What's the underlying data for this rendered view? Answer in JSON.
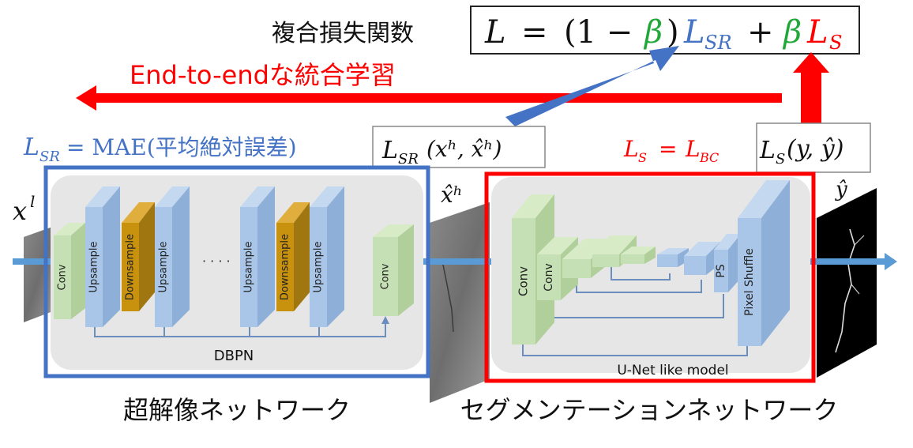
{
  "colors": {
    "sr_box": "#4472c4",
    "seg_box": "#ff0000",
    "red_text": "#ff0000",
    "blue_text": "#4472c4",
    "green_text": "#22a83a",
    "panel_bg": "#e6e6e6",
    "block_green": "#c5e0b4",
    "block_blue": "#a9c6e8",
    "block_gold": "#c9920e",
    "flow_arrow": "#5b9bd5"
  },
  "header": {
    "loss_title": "複合損失関数",
    "formula": {
      "L": "L",
      "eq": "=",
      "open": "(1 −",
      "beta": "β",
      "close": ")",
      "L_sr": "L",
      "sr_sub": "SR",
      "plus": "+",
      "beta2": "β",
      "L_s": "L",
      "s_sub": "S"
    }
  },
  "e2e": {
    "label": "End-to-endな統合学習"
  },
  "sr_loss": {
    "lhs": "L",
    "lhs_sub": "SR",
    "rhs": "= MAE(平均絶対誤差)",
    "term": "L",
    "term_sub": "SR",
    "term_args": "(xʰ, x̂ʰ)"
  },
  "seg_loss": {
    "lhs": "L",
    "lhs_sub": "S",
    "eq": "=",
    "rhs": "L",
    "rhs_sub": "BC",
    "term": "L",
    "term_sub": "S",
    "term_args": "(y, ŷ)"
  },
  "inputs": {
    "xl": "x",
    "xl_sup": "l",
    "xh_hat": "x̂ʰ",
    "y_hat": "ŷ"
  },
  "dbpn": {
    "blocks": [
      "Conv",
      "Upsample",
      "Downsample",
      "Upsample",
      "Upsample",
      "Downsample",
      "Upsample",
      "Conv"
    ],
    "ellipsis": "· · · ·",
    "name": "DBPN"
  },
  "unet": {
    "conv1": "Conv",
    "conv2": "Conv",
    "ps": "PS",
    "pixel_shuffle": "Pixel Shuffle",
    "name": "U-Net like model"
  },
  "captions": {
    "sr_network": "超解像ネットワーク",
    "seg_network": "セグメンテーションネットワーク"
  }
}
